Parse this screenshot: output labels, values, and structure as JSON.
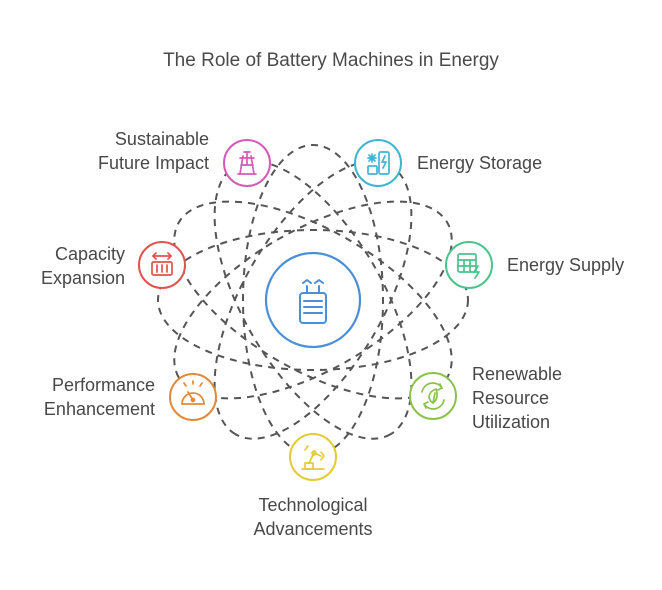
{
  "title": "The Role of Battery Machines in Energy",
  "center": {
    "icon": "battery-charging-icon",
    "color": "#4a8fd8"
  },
  "nodes": [
    {
      "id": "energy-storage",
      "lines": [
        "Energy Storage"
      ],
      "icon": "battery-storage-icon",
      "color": "#3db6d0"
    },
    {
      "id": "energy-supply",
      "lines": [
        "Energy Supply"
      ],
      "icon": "grid-lightning-icon",
      "color": "#4cc38a"
    },
    {
      "id": "renewable-resource-utilization",
      "lines": [
        "Renewable",
        "Resource",
        "Utilization"
      ],
      "icon": "recycle-leaf-icon",
      "color": "#8bc34a"
    },
    {
      "id": "technological-advancements",
      "lines": [
        "Technological",
        "Advancements"
      ],
      "icon": "robot-arm-icon",
      "color": "#e3cb36"
    },
    {
      "id": "performance-enhancement",
      "lines": [
        "Performance",
        "Enhancement"
      ],
      "icon": "speedometer-icon",
      "color": "#e08a3c"
    },
    {
      "id": "capacity-expansion",
      "lines": [
        "Capacity",
        "Expansion"
      ],
      "icon": "expand-battery-icon",
      "color": "#e0534f"
    },
    {
      "id": "sustainable-future-impact",
      "lines": [
        "Sustainable",
        "Future Impact"
      ],
      "icon": "wind-power-icon",
      "color": "#d45bb8"
    }
  ]
}
